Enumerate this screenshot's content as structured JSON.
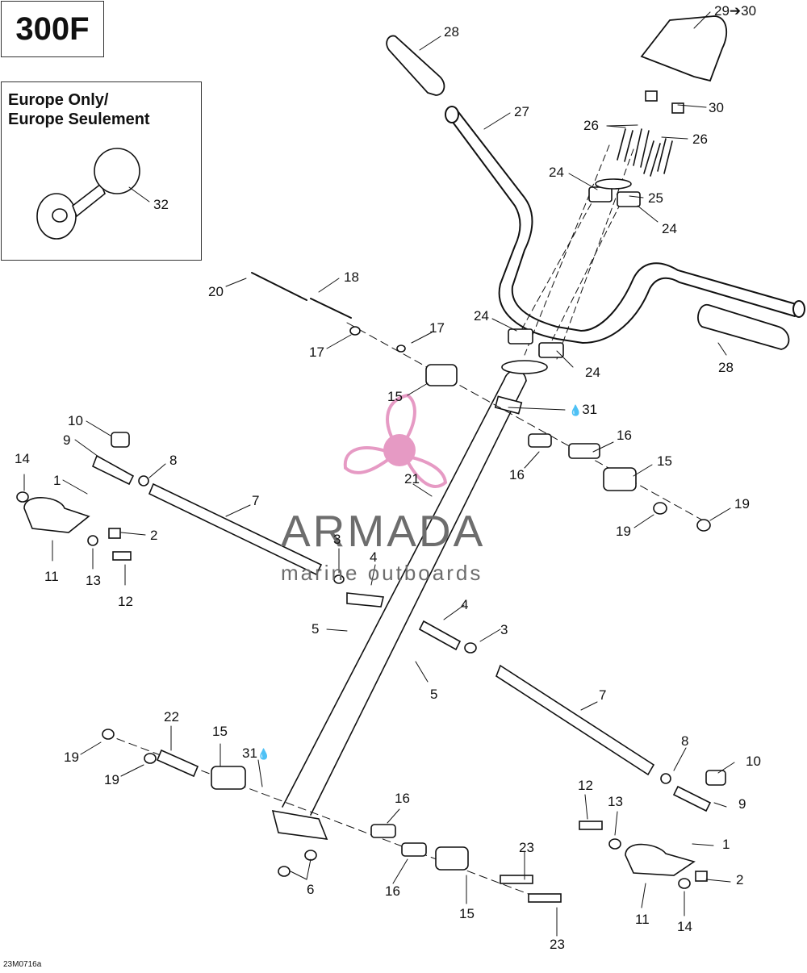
{
  "model": "300F",
  "inset": {
    "line1": "Europe Only/",
    "line2": "Europe Seulement",
    "part": "32"
  },
  "watermark": {
    "title": "ARMADA",
    "subtitle": "marine outboards",
    "pink": "#e69ac4",
    "gray": "#6d6d6d"
  },
  "drawing_code": "23M0716a",
  "callouts": {
    "c28a": "28",
    "c29": "29➔30",
    "c30a": "30",
    "c27": "27",
    "c26a": "26",
    "c26b": "26",
    "c24a": "24",
    "c25": "25",
    "c24b": "24",
    "c20": "20",
    "c18": "18",
    "c17a": "17",
    "c17b": "17",
    "c24c": "24",
    "c24d": "24",
    "c28b": "28",
    "c15a": "15",
    "c31a": "31",
    "c10a": "10",
    "c9a": "9",
    "c16a": "16",
    "c14a": "14",
    "c8a": "8",
    "c16b": "16",
    "c15b": "15",
    "c1a": "1",
    "c21": "21",
    "c7a": "7",
    "c19a": "19",
    "c2a": "2",
    "c19b": "19",
    "c3a": "3",
    "c4a": "4",
    "c11a": "11",
    "c13a": "13",
    "c12a": "12",
    "c4b": "4",
    "c5a": "5",
    "c3b": "3",
    "c5b": "5",
    "c7b": "7",
    "c22": "22",
    "c15c": "15",
    "c31b": "31",
    "c19c": "19",
    "c8b": "8",
    "c10b": "10",
    "c19d": "19",
    "c16c": "16",
    "c12b": "12",
    "c13b": "13",
    "c9b": "9",
    "c1b": "1",
    "c23a": "23",
    "c6": "6",
    "c16d": "16",
    "c2b": "2",
    "c15d": "15",
    "c11b": "11",
    "c14b": "14",
    "c23b": "23"
  }
}
